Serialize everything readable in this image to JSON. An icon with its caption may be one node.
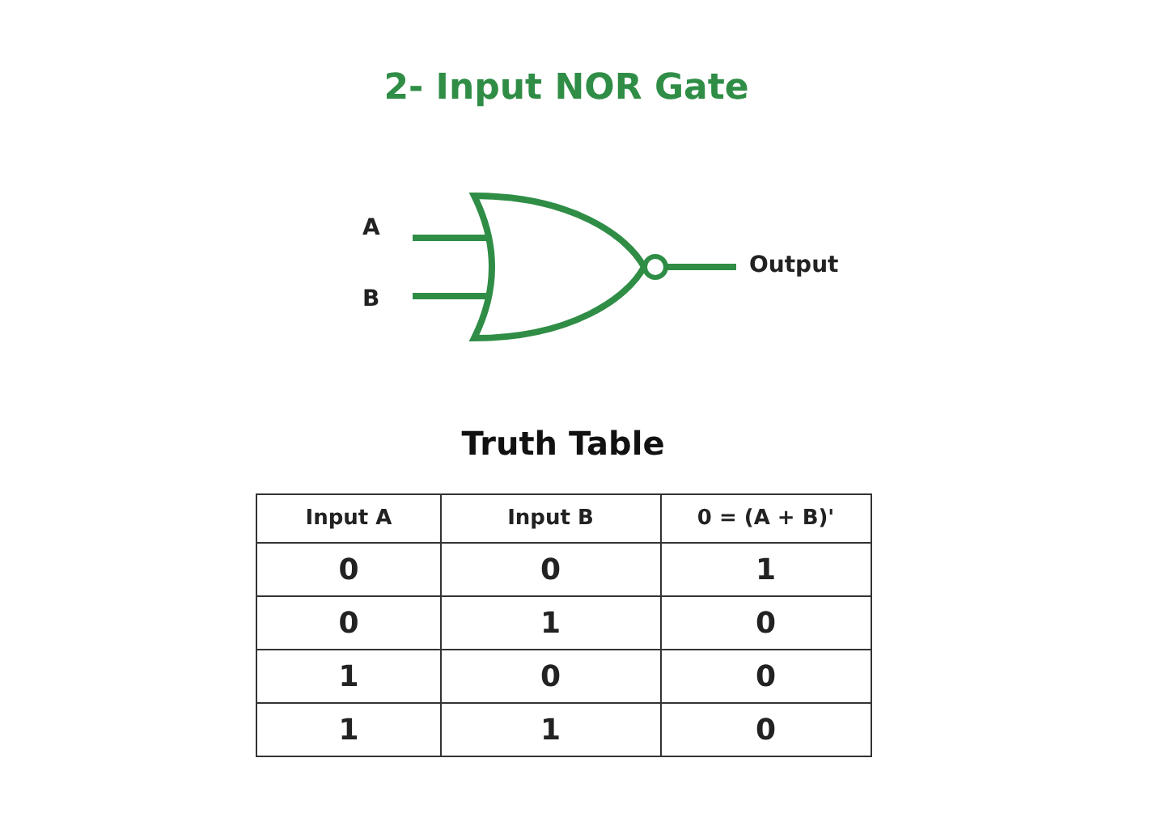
{
  "diagram": {
    "title": "2- Input NOR Gate",
    "nodes": [
      {
        "text": [
          "A"
        ]
      },
      {
        "text": [
          "B"
        ]
      },
      {
        "text": [],
        "shape": "gate"
      },
      {
        "text": [
          "Output"
        ]
      }
    ],
    "edges": [
      {
        "from": 0,
        "to": 2,
        "arrow": "none"
      },
      {
        "from": 1,
        "to": 2,
        "arrow": "none"
      },
      {
        "from": 2,
        "to": 3,
        "arrow": "none"
      }
    ],
    "labels": [
      "Truth Table",
      "Input A",
      "Input B",
      "0 = (A + B)'",
      "0",
      "0",
      "1",
      "0",
      "1",
      "0",
      "1",
      "0",
      "0",
      "1",
      "1",
      "0"
    ]
  }
}
